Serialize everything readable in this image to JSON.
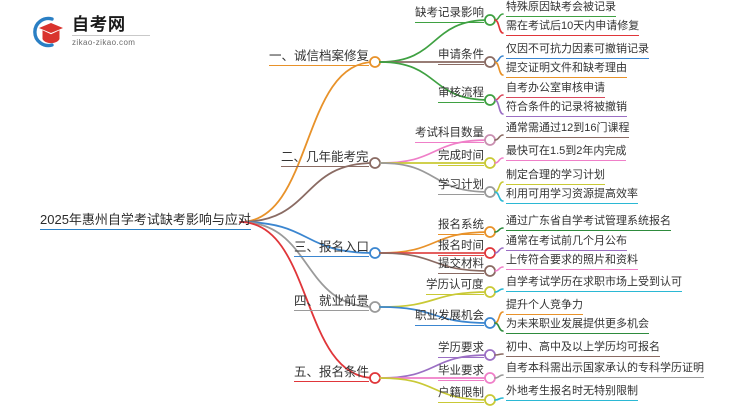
{
  "logo": {
    "name": "zikao-logo",
    "title": "自考网",
    "subtitle": "zikao-zikao.com",
    "arc_color": "#2a7fc4",
    "cap_color": "#d9332e"
  },
  "mindmap": {
    "type": "mindmap",
    "root": {
      "label": "2025年惠州自学考试缺考影响与应对",
      "node_color": "#2a7fc4",
      "underline_color": "#2a7fc4"
    },
    "branches": [
      {
        "label": "一、诚信档案修复",
        "color": "#e8922a",
        "node_color": "#e8922a",
        "children": [
          {
            "label": "缺考记录影响",
            "color": "#3fa142",
            "node_color": "#3fa142",
            "leaves": [
              {
                "label": "特殊原因缺考会被记录",
                "color": "#3fa142"
              },
              {
                "label": "需在考试后10天内申请修复",
                "color": "#e0363a"
              }
            ]
          },
          {
            "label": "申请条件",
            "color": "#8a6b63",
            "node_color": "#8a6b63",
            "leaves": [
              {
                "label": "仅因不可抗力因素可撤销记录",
                "color": "#3b86d0"
              },
              {
                "label": "提交证明文件和缺考理由",
                "color": "#e8922a"
              }
            ]
          },
          {
            "label": "审核流程",
            "color": "#3fa142",
            "node_color": "#3fa142",
            "leaves": [
              {
                "label": "自考办公室审核申请",
                "color": "#d84a5c"
              },
              {
                "label": "符合条件的记录将被撤销",
                "color": "#9b6fc4"
              }
            ]
          }
        ]
      },
      {
        "label": "二、几年能考完",
        "color": "#8a6b63",
        "node_color": "#8a6b63",
        "children": [
          {
            "label": "考试科目数量",
            "color": "#ef7fc8",
            "node_color": "#c98fb0",
            "leaves": [
              {
                "label": "通常需通过12到16门课程",
                "color": "#8a6b63"
              }
            ]
          },
          {
            "label": "完成时间",
            "color": "#c9c936",
            "node_color": "#c9c936",
            "leaves": [
              {
                "label": "最快可在1.5到2年内完成",
                "color": "#ef7fc8"
              }
            ]
          },
          {
            "label": "学习计划",
            "color": "#9a9a9a",
            "node_color": "#9a9a9a",
            "leaves": [
              {
                "label": "制定合理的学习计划",
                "color": "#c9c936"
              },
              {
                "label": "利用可用学习资源提高效率",
                "color": "#2bb8d4"
              }
            ]
          }
        ]
      },
      {
        "label": "三、报名入口",
        "color": "#3b86d0",
        "node_color": "#3b86d0",
        "children": [
          {
            "label": "报名系统",
            "color": "#e8922a",
            "node_color": "#e8922a",
            "leaves": [
              {
                "label": "通过广东省自学考试管理系统报名",
                "color": "#2e8b3d"
              }
            ]
          },
          {
            "label": "报名时间",
            "color": "#e0494a",
            "node_color": "#e0363a",
            "leaves": [
              {
                "label": "通常在考试前几个月公布",
                "color": "#9b6fc4"
              }
            ]
          },
          {
            "label": "提交材料",
            "color": "#8a6b63",
            "node_color": "#8a6b63",
            "leaves": [
              {
                "label": "上传符合要求的照片和资料",
                "color": "#ef7fc8"
              }
            ]
          }
        ]
      },
      {
        "label": "四、就业前景",
        "color": "#9a9a9a",
        "node_color": "#9a9a9a",
        "children": [
          {
            "label": "学历认可度",
            "color": "#c9c936",
            "node_color": "#c9c936",
            "leaves": [
              {
                "label": "自学考试学历在求职市场上受到认可",
                "color": "#2bb8d4"
              }
            ]
          },
          {
            "label": "职业发展机会",
            "color": "#3b86d0",
            "node_color": "#3b86d0",
            "leaves": [
              {
                "label": "提升个人竞争力",
                "color": "#e8922a"
              },
              {
                "label": "为未来职业发展提供更多机会",
                "color": "#2e8b3d"
              }
            ]
          }
        ]
      },
      {
        "label": "五、报名条件",
        "color": "#e0363a",
        "node_color": "#e0363a",
        "children": [
          {
            "label": "学历要求",
            "color": "#9b6fc4",
            "node_color": "#9b6fc4",
            "leaves": [
              {
                "label": "初中、高中及以上学历均可报名",
                "color": "#8a6b63"
              }
            ]
          },
          {
            "label": "毕业要求",
            "color": "#ef7fc8",
            "node_color": "#ef7fc8",
            "leaves": [
              {
                "label": "自考本科需出示国家承认的专科学历证明",
                "color": "#9a9a9a"
              }
            ]
          },
          {
            "label": "户籍限制",
            "color": "#c9c936",
            "node_color": "#c9c936",
            "leaves": [
              {
                "label": "外地考生报名时无特别限制",
                "color": "#2bb8d4"
              }
            ]
          }
        ]
      }
    ]
  }
}
